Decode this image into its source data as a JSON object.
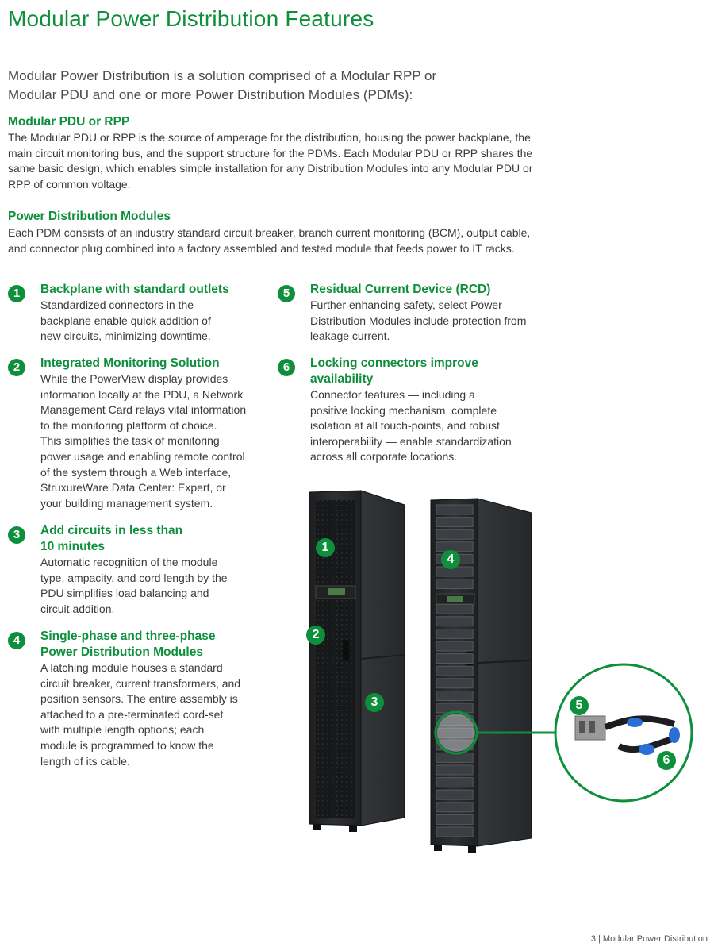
{
  "title": "Modular Power Distribution Features",
  "intro": {
    "line1": "Modular Power Distribution is a solution comprised of a Modular RPP or",
    "line2": "Modular PDU and one or more Power Distribution Modules (PDMs):"
  },
  "sections": [
    {
      "heading": "Modular PDU or RPP",
      "lines": [
        "The Modular PDU or RPP is the source of amperage for the distribution, housing the power backplane, the",
        "main circuit monitoring bus, and the support structure for the PDMs. Each Modular PDU or RPP shares the",
        "same basic design, which enables simple installation for any Distribution Modules into any Modular PDU or",
        "RPP of common voltage."
      ]
    },
    {
      "heading": "Power Distribution Modules",
      "lines": [
        "Each PDM consists of an industry standard circuit breaker, branch current monitoring (BCM), output cable,",
        "and connector plug combined into a factory assembled and tested module that feeds power to IT racks."
      ]
    }
  ],
  "features": [
    {
      "num": "1",
      "heading": [
        "Backplane with standard outlets"
      ],
      "lines": [
        "Standardized connectors in the",
        "backplane enable quick addition of",
        "new circuits, minimizing downtime."
      ]
    },
    {
      "num": "2",
      "heading": [
        "Integrated Monitoring Solution"
      ],
      "lines": [
        "While the PowerView display provides",
        "information locally at the PDU, a Network",
        "Management Card relays vital information",
        "to the monitoring platform of choice.",
        "This simplifies the task of monitoring",
        "power usage and enabling remote control",
        "of the system through a Web interface,",
        "StruxureWare Data Center: Expert, or",
        "your building management system."
      ]
    },
    {
      "num": "3",
      "heading": [
        "Add circuits in less than",
        "10 minutes"
      ],
      "lines": [
        "Automatic recognition of the module",
        "type, ampacity, and cord length by the",
        "PDU simplifies load balancing and",
        "circuit addition."
      ]
    },
    {
      "num": "4",
      "heading": [
        "Single-phase and three-phase",
        "Power Distribution Modules"
      ],
      "lines": [
        "A latching module houses a standard",
        "circuit breaker, current transformers, and",
        "position sensors. The entire assembly is",
        "attached to a pre-terminated cord-set",
        "with multiple length options; each",
        "module is programmed to know the",
        "length of its cable."
      ]
    },
    {
      "num": "5",
      "heading": [
        "Residual Current Device (RCD)"
      ],
      "lines": [
        "Further enhancing safety, select Power",
        "Distribution Modules include protection from",
        "leakage current."
      ]
    },
    {
      "num": "6",
      "heading": [
        "Locking connectors improve",
        "availability"
      ],
      "lines": [
        "Connector features — including a",
        "positive locking mechanism, complete",
        "isolation at all touch-points, and robust",
        "interoperability — enable standardization",
        "across all corporate locations."
      ]
    }
  ],
  "callouts": [
    "1",
    "2",
    "3",
    "4",
    "5",
    "6"
  ],
  "footer": "3 | Modular Power Distribution",
  "colors": {
    "brand_green": "#0e8f3c",
    "cabinet": "#2a2d30"
  }
}
